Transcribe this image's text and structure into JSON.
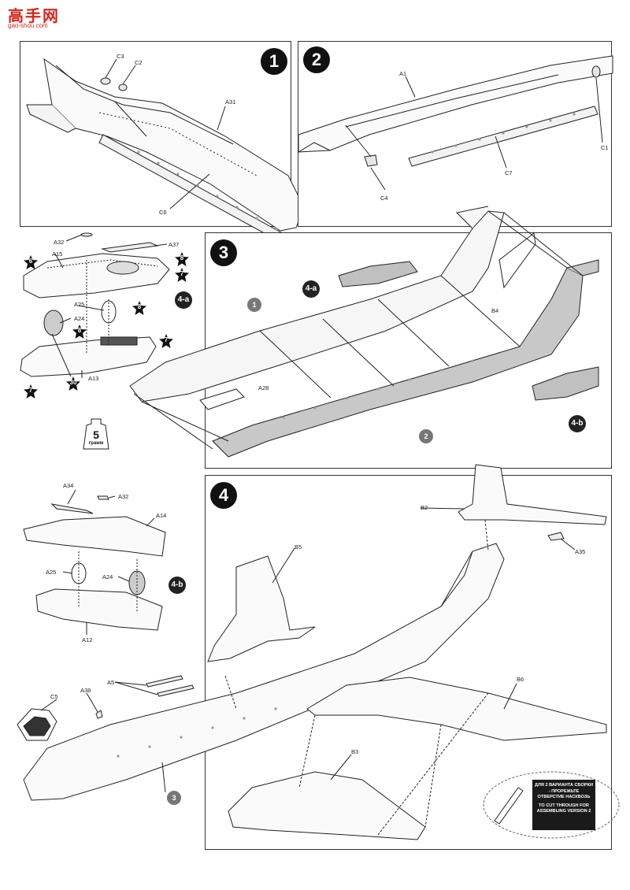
{
  "watermark": {
    "title": "高手网",
    "url": "gao-shou.com"
  },
  "steps": [
    {
      "number": "1"
    },
    {
      "number": "2"
    },
    {
      "number": "3"
    },
    {
      "number": "4"
    }
  ],
  "step1_labels": {
    "c3": "C3",
    "c2": "C2",
    "a31": "A31",
    "c6": "C6"
  },
  "step2_labels": {
    "a1": "A1",
    "c1": "C1",
    "c4": "C4",
    "c7": "C7"
  },
  "engine_a_labels": {
    "a32": "A32",
    "a37": "A37",
    "a15": "A15",
    "a25": "A25",
    "a24": "A24",
    "a13": "A13",
    "badge": "4-a",
    "stars": [
      "6",
      "8",
      "7",
      "8",
      "8",
      "7",
      "7",
      "30"
    ]
  },
  "step3_labels": {
    "badge_4a": "4-a",
    "badge_4b": "4-b",
    "b4": "B4",
    "a28": "A28",
    "part1": "1",
    "part2": "2"
  },
  "weight": {
    "value": "5",
    "unit": "грамм"
  },
  "engine_b_labels": {
    "a34": "A34",
    "a32": "A32",
    "a14": "A14",
    "a25": "A25",
    "a24": "A24",
    "a12": "A12",
    "badge": "4-b"
  },
  "step4_labels": {
    "b2": "B2",
    "a35": "A35",
    "b5": "B5",
    "a5": "A5",
    "a38": "A38",
    "c5": "C5",
    "b6": "B6",
    "b3": "B3",
    "part3": "3"
  },
  "note": {
    "ru": "ДЛЯ 2 ВАРИАНТА СБОРКИ - ПРОРЕЖЬТЕ ОТВЕРСТИЕ НАСКВОЗЬ",
    "en": "TO CUT THROUGH FOR ASSEMBLING VERSION 2"
  }
}
